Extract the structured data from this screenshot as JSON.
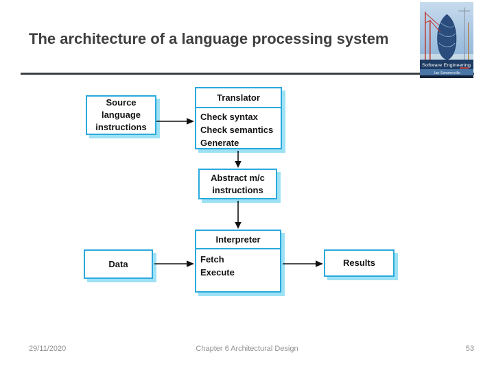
{
  "slide": {
    "title": "The architecture of a language processing system",
    "footer": {
      "date": "29/11/2020",
      "center": "Chapter 6 Architectural Design",
      "page_number": "53"
    }
  },
  "book_cover": {
    "title": "Software Engineering",
    "author": "Ian Sommerville"
  },
  "diagram": {
    "nodes": {
      "source": {
        "lines": [
          "Source",
          "language",
          "instructions"
        ]
      },
      "translator": {
        "header": "Translator",
        "items": [
          "Check syntax",
          "Check semantics",
          "Generate"
        ]
      },
      "abstract": {
        "lines": [
          "Abstract m/c",
          "instructions"
        ]
      },
      "interpreter": {
        "header": "Interpreter",
        "items": [
          "Fetch",
          "Execute"
        ]
      },
      "data": {
        "label": "Data"
      },
      "results": {
        "label": "Results"
      }
    },
    "colors": {
      "box_border": "#2aa9dc",
      "box_shadow": "#9de1f5",
      "arrow": "#111111"
    }
  }
}
